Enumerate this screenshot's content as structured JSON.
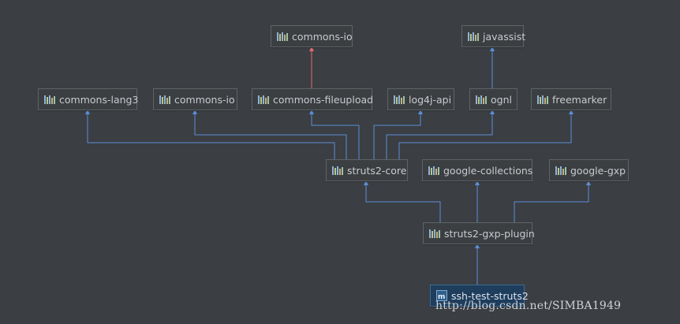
{
  "diagram": {
    "nodes": {
      "commons_io_top": "commons-io",
      "javassist": "javassist",
      "commons_lang3": "commons-lang3",
      "commons_io": "commons-io",
      "commons_fileupload": "commons-fileupload",
      "log4j_api": "log4j-api",
      "ognl": "ognl",
      "freemarker": "freemarker",
      "struts2_core": "struts2-core",
      "google_collections": "google-collections",
      "google_gxp": "google-gxp",
      "struts2_gxp_plugin": "struts2-gxp-plugin",
      "ssh_test_struts2": "ssh-test-struts2"
    },
    "module_icon_glyph": "m",
    "icons": {
      "library": "library-icon",
      "module": "maven-module-icon"
    },
    "colors": {
      "background": "#3b3e43",
      "edge": "#5b8ed6",
      "conflict_edge": "#e06b6b",
      "root_node": "#1f3d5c"
    }
  },
  "watermark": "http://blog.csdn.net/SIMBA1949"
}
